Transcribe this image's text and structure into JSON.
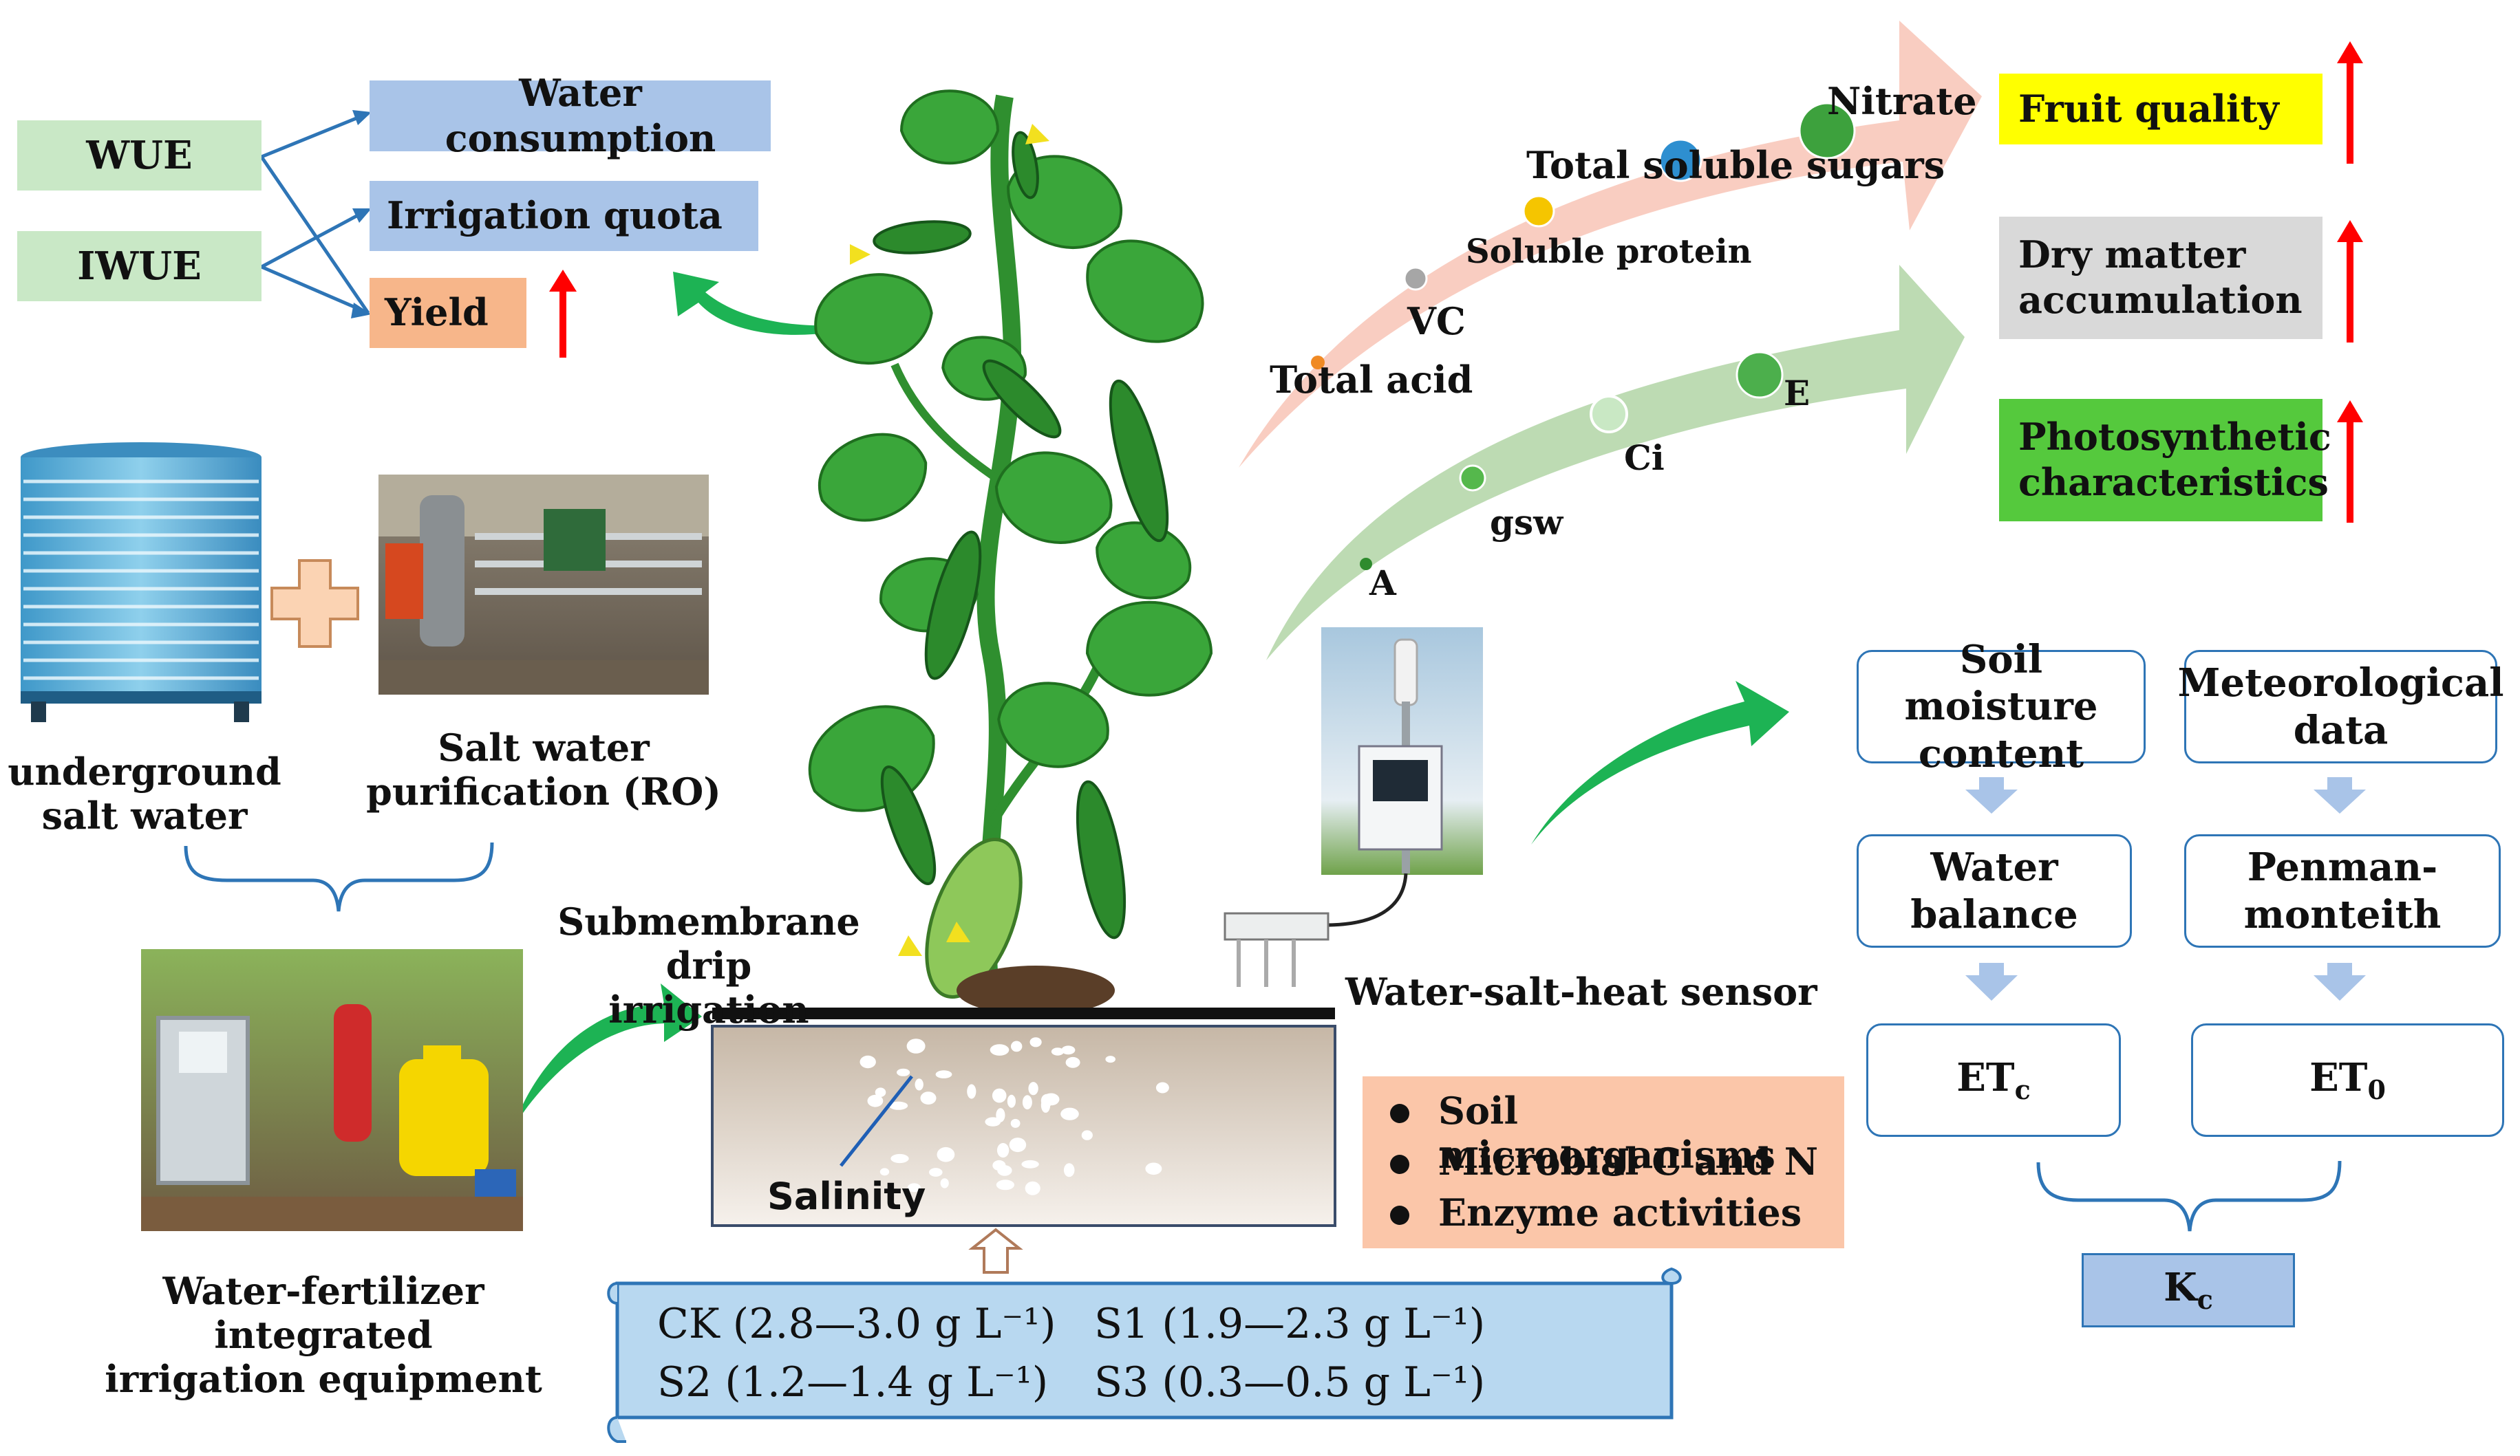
{
  "wue_box": {
    "wue": "WUE",
    "iwue": "IWUE"
  },
  "top_left": {
    "water_consumption": "Water consumption",
    "irrigation_quota": "Irrigation quota",
    "yield": "Yield"
  },
  "water_source": {
    "tank_label": "underground\nsalt water",
    "ro_label": "Salt water\npurification (RO)"
  },
  "equipment": {
    "label": "Water-fertilizer integrated\nirrigation equipment"
  },
  "drip": {
    "label": "Submembrane drip\nirrigation",
    "salinity": "Salinity"
  },
  "sensor": {
    "label": "Water-salt-heat sensor"
  },
  "quality": {
    "indicators": [
      "Total acid",
      "VC",
      "Soluble protein",
      "Total soluble sugars",
      "Nitrate"
    ],
    "result": "Fruit quality"
  },
  "photosynthesis": {
    "indicators": [
      "A",
      "gsw",
      "Ci",
      "E"
    ],
    "dry_matter": "Dry matter\naccumulation",
    "result": "Photosynthetic\ncharacteristics"
  },
  "soil_bio": {
    "items": [
      "Soil microorganisms",
      "Microbial C and N",
      "Enzyme activities"
    ]
  },
  "treatments": {
    "row1": [
      "CK (2.8—3.0 g L⁻¹)",
      "S1 (1.9—2.3 g L⁻¹)"
    ],
    "row2": [
      "S2 (1.2—1.4 g L⁻¹)",
      "S3 (0.3—0.5 g L⁻¹)"
    ]
  },
  "kc_flow": {
    "soil_moisture": "Soil moisture\ncontent",
    "meteorological": "Meteorological\ndata",
    "water_balance": "Water\nbalance",
    "penman": "Penman-\nmonteith",
    "etc_main": "ET",
    "etc_sub": "c",
    "et0_main": "ET",
    "et0_sub": "0",
    "kc_main": "K",
    "kc_sub": "c"
  },
  "colors": {
    "blue_box": "#a9c4e8",
    "green_box": "#c9e8c6",
    "orange_box": "#f7b68a",
    "fruit_quality": "#ffff00",
    "dry_matter": "#d9d9d9",
    "photosynthetic": "#55c93d",
    "soil_bio_bg": "#fbc6a9",
    "up_arrow": "#ff0000",
    "green_arrow": "#1db354",
    "scroll": "#b8d8f0",
    "flow_border": "#2e75b6"
  }
}
